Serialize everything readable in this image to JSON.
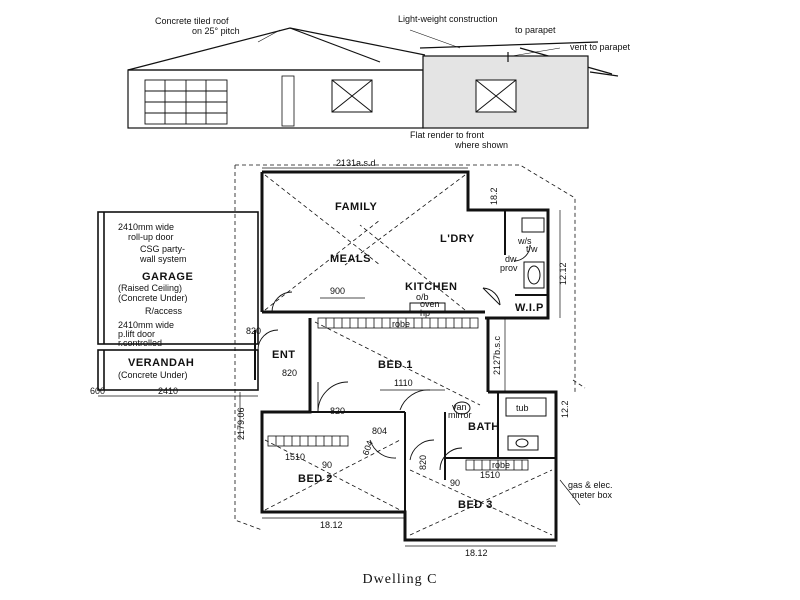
{
  "elevation": {
    "roof_note_1": "Concrete tiled roof",
    "roof_note_2": "on 25° pitch",
    "parapet_note_1": "Light-weight construction",
    "parapet_note_2": "to parapet",
    "vent_note": "vent to parapet",
    "render_note_1": "Flat render to front",
    "render_note_2": "where shown"
  },
  "plan": {
    "rooms": {
      "family": "FAMILY",
      "meals": "MEALS",
      "kitchen": "KITCHEN",
      "laundry": "L'DRY",
      "wip": "W.I.P",
      "garage": "GARAGE",
      "garage_sub_1": "(Raised Ceiling)",
      "garage_sub_2": "(Concrete Under)",
      "verandah": "VERANDAH",
      "verandah_sub": "(Concrete Under)",
      "entry": "ENT",
      "bed1": "BED 1",
      "bed2": "BED 2",
      "bed3": "BED 3",
      "bath": "BATH"
    },
    "notes": {
      "door1_a": "2410mm wide",
      "door1_b": "roll-up door",
      "csg_a": "CSG party-",
      "csg_b": "wall system",
      "raccess": "R/access",
      "door2_a": "2410mm wide",
      "door2_b": "p.lift door",
      "door2_c": "r.controlled",
      "ws": "w/s",
      "tr": "t/w",
      "dw": "dw",
      "prov": "prov",
      "oven": "o/b",
      "oven2": "oven",
      "hp": "hp",
      "robe": "robe",
      "van": "van",
      "mirror": "mirror",
      "tub": "tub",
      "robe2": "robe",
      "gas_a": "gas & elec.",
      "gas_b": "meter box"
    },
    "dims": {
      "top": "2131a.s.d",
      "right_top": "18.2",
      "right_mid": "12.12",
      "right_bed1": "2127b.s.c",
      "right_bath": "12.2",
      "d900": "900",
      "d820a": "820",
      "d820b": "820",
      "d820c": "820",
      "d1110": "1110",
      "d804": "804",
      "d1510a": "1510",
      "d1510b": "1510",
      "d90a": "90",
      "d90b": "90",
      "d604": "604",
      "d820d": "820",
      "d2410": "2410",
      "d600": "600",
      "d1812a": "18.12",
      "d1812b": "18.12",
      "left_v": "2179.06"
    },
    "caption": "Dwelling C"
  }
}
